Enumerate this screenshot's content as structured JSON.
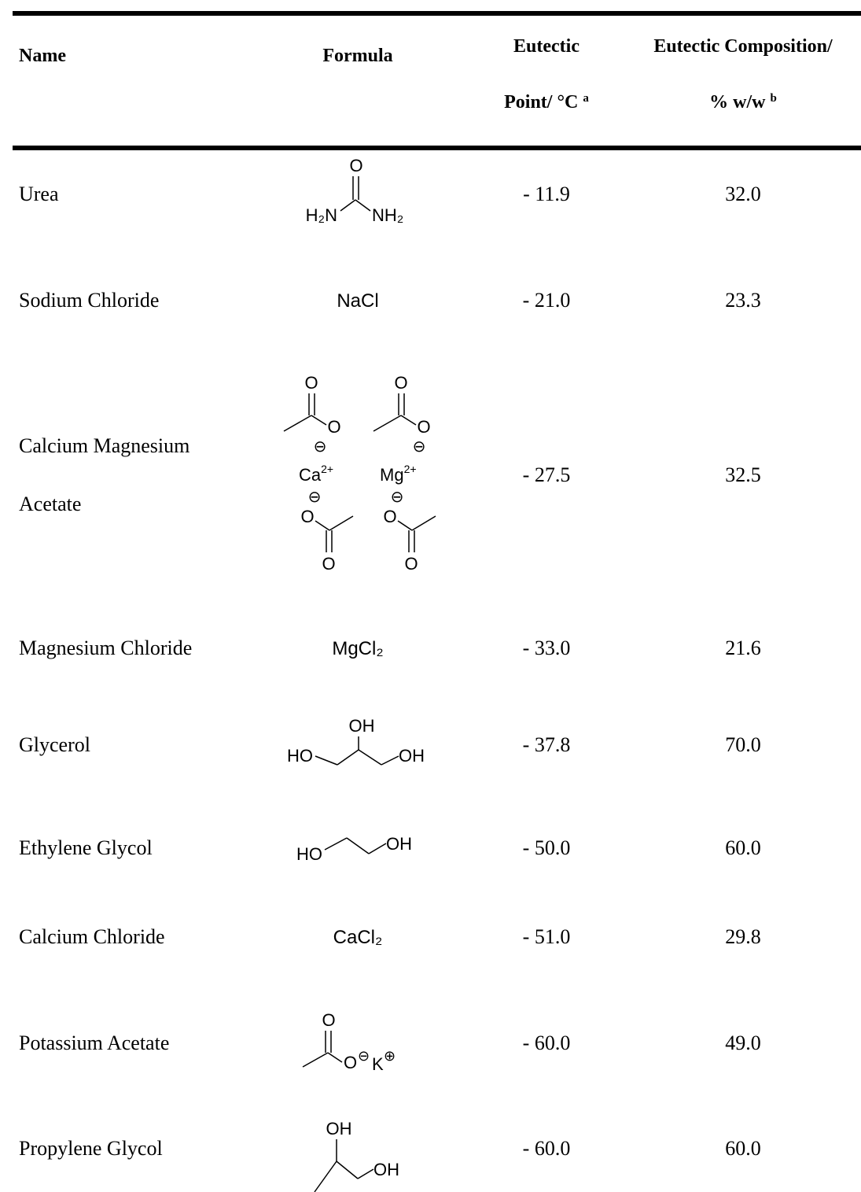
{
  "header": {
    "name": "Name",
    "formula": "Formula",
    "eutectic_point_l1": "Eutectic",
    "eutectic_point_l2": "Point/ °C",
    "eutectic_point_sup": "a",
    "eutectic_comp_l1": "Eutectic Composition/",
    "eutectic_comp_l2": "% w/w",
    "eutectic_comp_sup": "b"
  },
  "rows": [
    {
      "name": "Urea",
      "eutectic_point": "- 11.9",
      "composition": "32.0"
    },
    {
      "name": "Sodium Chloride",
      "formula": "NaCl",
      "eutectic_point": "- 21.0",
      "composition": "23.3"
    },
    {
      "name_l1": "Calcium Magnesium",
      "name_l2": "Acetate",
      "eutectic_point": "- 27.5",
      "composition": "32.5"
    },
    {
      "name": "Magnesium Chloride",
      "formula": "MgCl₂",
      "eutectic_point": "- 33.0",
      "composition": "21.6"
    },
    {
      "name": "Glycerol",
      "eutectic_point": "- 37.8",
      "composition": "70.0"
    },
    {
      "name": "Ethylene Glycol",
      "eutectic_point": "- 50.0",
      "composition": "60.0"
    },
    {
      "name": "Calcium Chloride",
      "formula": "CaCl₂",
      "eutectic_point": "- 51.0",
      "composition": "29.8"
    },
    {
      "name": "Potassium Acetate",
      "eutectic_point": "- 60.0",
      "composition": "49.0"
    },
    {
      "name": "Propylene Glycol",
      "eutectic_point": "- 60.0",
      "composition": "60.0"
    }
  ],
  "structures": {
    "urea": {
      "o": "O",
      "left": "H₂N",
      "right": "NH₂"
    },
    "cma": {
      "o": "O",
      "ca": "Ca",
      "ca_charge": "2+",
      "mg": "Mg",
      "mg_charge": "2+",
      "minus": "⊖"
    },
    "glycerol": {
      "oh_top": "OH",
      "ho": "HO",
      "oh": "OH"
    },
    "ethylene_glycol": {
      "ho": "HO",
      "oh": "OH"
    },
    "potassium_acetate": {
      "o": "O",
      "k": "K",
      "minus": "⊖",
      "plus": "⊕"
    },
    "propylene_glycol": {
      "oh_top": "OH",
      "oh": "OH"
    }
  }
}
